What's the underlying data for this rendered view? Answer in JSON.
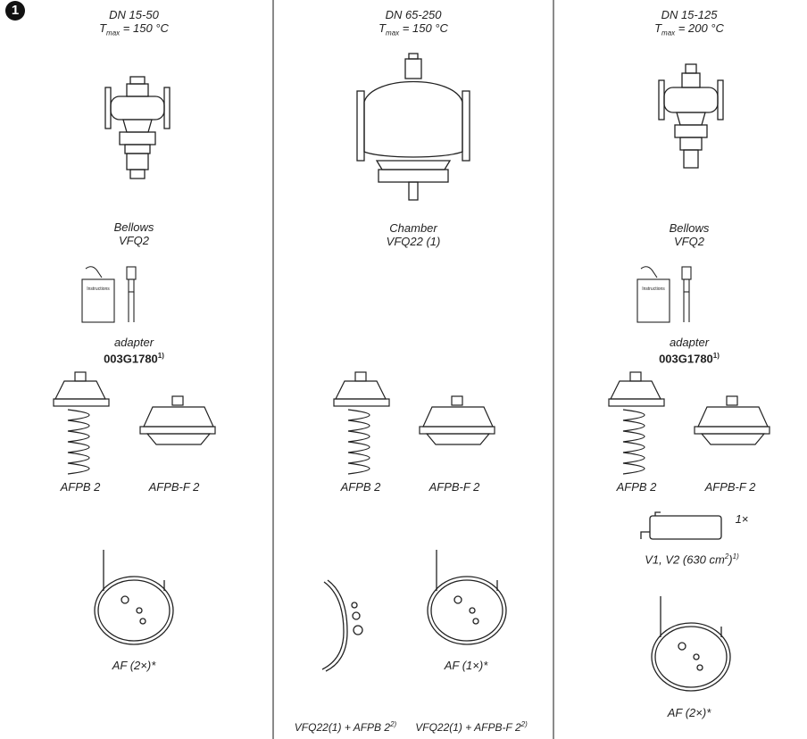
{
  "figure_number": "1",
  "columns": [
    {
      "header_line1": "DN 15-50",
      "t_symbol": "T",
      "t_sub": "max",
      "t_value": " = 150 °C",
      "valve_type": "Bellows",
      "valve_model": "VFQ2",
      "booklet_label": "Instructions",
      "adapter_label": "adapter",
      "adapter_code": "003G1780",
      "adapter_note": "1)",
      "actuator_left": "AFPB 2",
      "actuator_right": "AFPB-F 2",
      "filter_label": "AF (2×)*"
    },
    {
      "header_line1": "DN 65-250",
      "t_symbol": "T",
      "t_sub": "max",
      "t_value": " = 150 °C",
      "valve_type": "Chamber",
      "valve_model": "VFQ22 (1)",
      "actuator_left": "AFPB 2",
      "actuator_right": "AFPB-F 2",
      "filter_label": "AF (1×)*",
      "bottom_left": "VFQ22(1) + AFPB 2",
      "bottom_left_note": "2)",
      "bottom_right": "VFQ22(1) +  AFPB-F 2",
      "bottom_right_note": "2)"
    },
    {
      "header_line1": "DN 15-125",
      "t_symbol": "T",
      "t_sub": "max",
      "t_value": " = 200 °C",
      "valve_type": "Bellows",
      "valve_model": "VFQ2",
      "booklet_label": "Instructions",
      "adapter_label": "adapter",
      "adapter_code": "003G1780",
      "adapter_note": "1)",
      "actuator_left": "AFPB 2",
      "actuator_right": "AFPB-F 2",
      "vessel_qty": "1×",
      "vessel_label": "V1, V2 (630 cm",
      "vessel_sup": "2",
      "vessel_end": ")",
      "vessel_note": "1)",
      "filter_label": "AF (2×)*"
    }
  ],
  "icons": [
    "valve-bellows",
    "valve-chamber",
    "instruction-booklet",
    "adapter",
    "actuator-spring",
    "actuator-flat",
    "condensate-vessel",
    "impulse-tube-coil",
    "impulse-tube-straight"
  ]
}
